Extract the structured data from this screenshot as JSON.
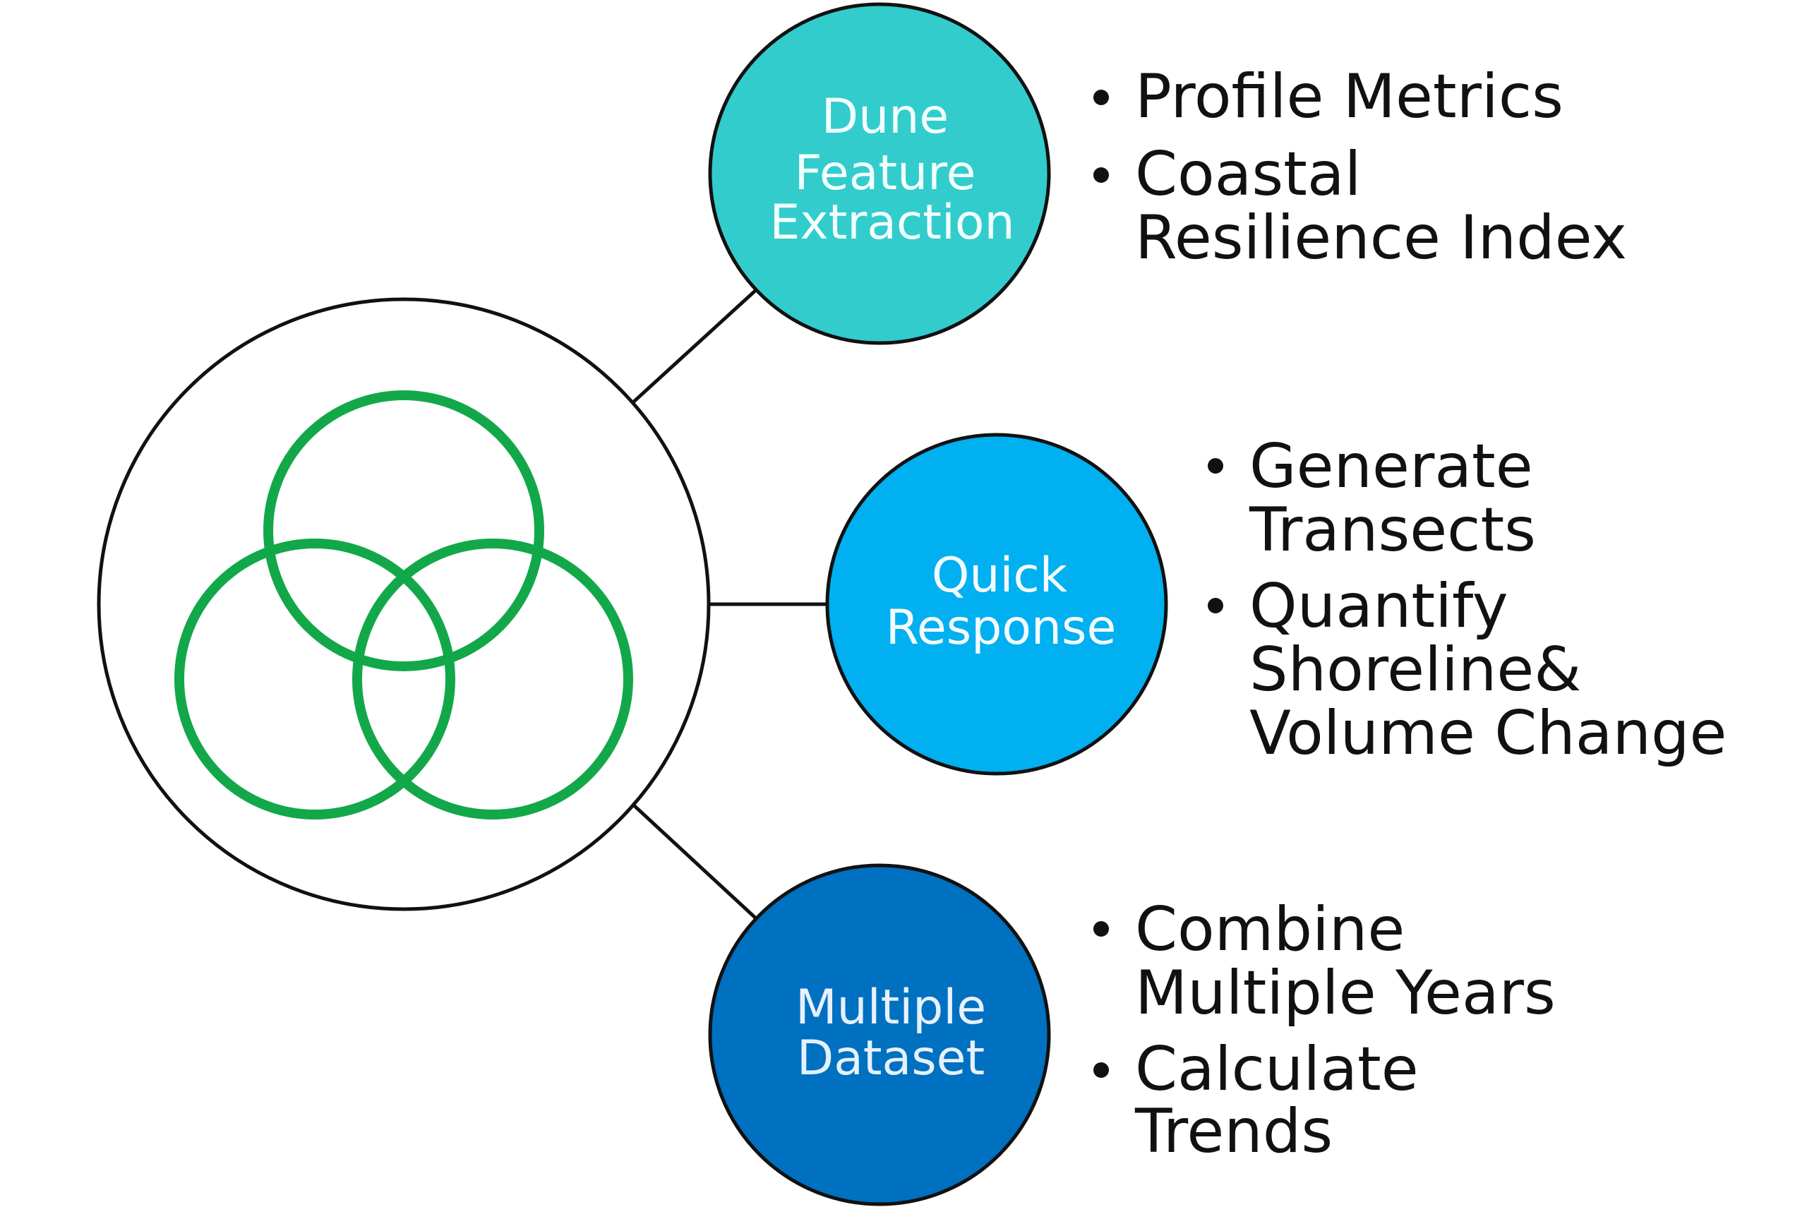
{
  "nodes": [
    {
      "id": "dune-feature-extraction",
      "label_lines": [
        "Dune",
        "Feature",
        "Extraction"
      ],
      "color": "#33cccc",
      "bullets": [
        {
          "lines": [
            "Profile Metrics"
          ]
        },
        {
          "lines": [
            "Coastal",
            "Resilience Index"
          ]
        }
      ]
    },
    {
      "id": "quick-response",
      "label_lines": [
        "Quick",
        "Response"
      ],
      "color": "#00b0f0",
      "bullets": [
        {
          "lines": [
            "Generate",
            "Transects"
          ]
        },
        {
          "lines": [
            "Quantify",
            "Shoreline&",
            "Volume Change"
          ]
        }
      ]
    },
    {
      "id": "multiple-dataset",
      "label_lines": [
        "Multiple",
        "Dataset"
      ],
      "color": "#0070c0",
      "bullets": [
        {
          "lines": [
            "Combine",
            "Multiple Years"
          ]
        },
        {
          "lines": [
            "Calculate",
            "Trends"
          ]
        }
      ]
    }
  ],
  "colors": {
    "ring_green": "#12a84a",
    "outline": "#111111"
  },
  "icons": {
    "hub": "venn-three-rings-icon"
  }
}
